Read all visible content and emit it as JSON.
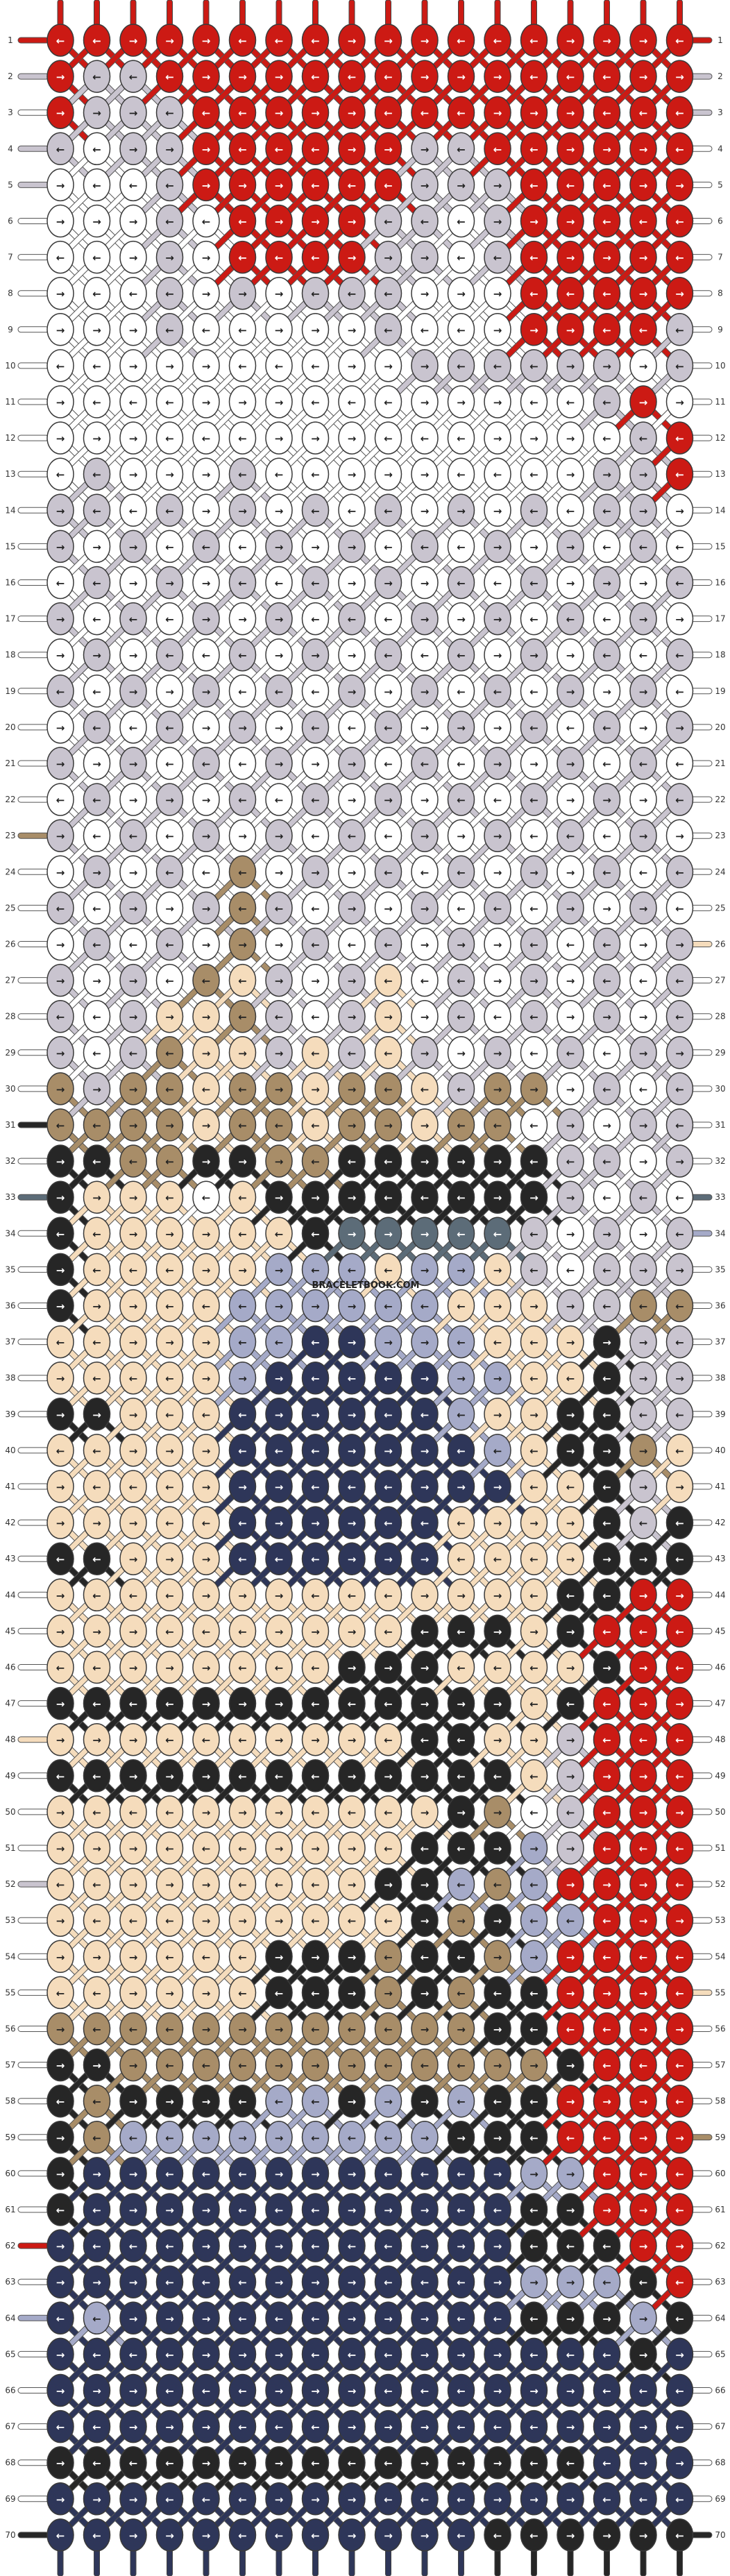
{
  "pattern": {
    "watermark": "BRACELETBOOK.COM",
    "rows": 70,
    "colors": {
      "r": "#cc1a14",
      "w": "#ffffff",
      "g": "#c9c4cf",
      "t": "#a88d68",
      "k": "#262626",
      "c": "#f5dcbc",
      "s": "#5c6c78",
      "l": "#a5aac8",
      "n": "#2e3659"
    },
    "strand_colors_left": [
      "r",
      "g",
      "w",
      "g",
      "g",
      "w",
      "w",
      "w",
      "w",
      "w",
      "w",
      "w",
      "w",
      "w",
      "w",
      "w",
      "w",
      "w",
      "w",
      "w",
      "w",
      "w",
      "t",
      "w",
      "w",
      "w",
      "w",
      "w",
      "w",
      "w",
      "k",
      "w",
      "s",
      "w",
      "w",
      "w",
      "w",
      "w",
      "w",
      "w",
      "w",
      "w",
      "w",
      "w",
      "w",
      "w",
      "w",
      "c",
      "w",
      "w",
      "w",
      "g",
      "w",
      "w",
      "w",
      "w",
      "w",
      "w",
      "w",
      "w",
      "w",
      "r",
      "w",
      "l",
      "w",
      "w",
      "w",
      "w",
      "w",
      "k"
    ],
    "strand_colors_right": [
      "r",
      "g",
      "g",
      "w",
      "w",
      "w",
      "w",
      "w",
      "w",
      "w",
      "w",
      "w",
      "w",
      "w",
      "w",
      "w",
      "w",
      "w",
      "w",
      "w",
      "w",
      "w",
      "w",
      "w",
      "w",
      "c",
      "w",
      "w",
      "w",
      "w",
      "w",
      "w",
      "s",
      "l",
      "w",
      "w",
      "w",
      "w",
      "w",
      "w",
      "w",
      "w",
      "w",
      "w",
      "w",
      "w",
      "w",
      "w",
      "w",
      "w",
      "w",
      "w",
      "w",
      "w",
      "c",
      "w",
      "w",
      "w",
      "t",
      "w",
      "w",
      "w",
      "w",
      "w",
      "w",
      "w",
      "w",
      "w",
      "w",
      "k"
    ],
    "grid": [
      "rrrrrrrrrrrrrrrrrr",
      "rggrrrrrrrrrrrrrrr",
      "rgggrrrrrrrrrrrrrr",
      "gwggrrrrrrggrrrrrr",
      "wwwgrrrrrrgggrrrrr",
      "wwwgwrrrrggwgrrrrr",
      "wwwgwrrrrggwgrrrrr",
      "wwwgwgwgggwwwrrrrr",
      "wwwgwwwwwgwwwrrrrg",
      "wwwwwwwwwwggggggwg",
      "wwwwwwwwwwwwwwwgrw",
      "wwwwwwwwwwwwwwwwgr",
      "wgwwwgwwwwwwwwwggr",
      "ggwgwgwgwgwgwgwggw",
      "gwgwgwgwgwgwgwgwgw",
      "wgwgwgwgwgwgwgwgwg",
      "gwgwgwgwgwgwgwgwgw",
      "wgwgwgwgwgwgwgwgwg",
      "gwgwgwgwgwgwgwgwgw",
      "wgwgwgwgwgwgwgwgwg",
      "gwgwgwgwgwgwgwgwgw",
      "wgwgwgwgwgwgwgwgwg",
      "gwgwgwgwgwgwgwgwgw",
      "wgwgwtwgwgwgwgwgwg",
      "gwgwgtgwgwgwgwgwgw",
      "wgwgwtwgwgwgwgwgwg",
      "gwgwtcgwgcwgwgwgwg",
      "gwgcctgwgcwgwgwgwg",
      "gwgtccgcgcgwgwgwgg",
      "tgttcttcttcgttwgwg",
      "ttttcttcttcttwgwgg",
      "kkttkkttkkkkkkggwg",
      "kcccwckkkkkkkkgwgw",
      "kccccccksssssgwgwg",
      "kccccclllcllcgwggg",
      "kccccllllllcccggtt",
      "cccccllnnlllccckgg",
      "ccccclnnnnnllcckgg",
      "kkcccnnnnnnlcckkgg",
      "cccccnnnnnnnlckktc",
      "cccccnnnnnnnncckgc",
      "cccccnnnnnncccckgk",
      "kkcccnnnnnncccckkk",
      "cccccccccccccckkrr",
      "cccccccccckkkckrrr",
      "cccccccckkkcccckrr",
      "kkkkkkkkkkkkkckrrr",
      "cccccccccckkccgrrr",
      "kkkkkkkkkkkkkcgrrr",
      "cccccccccccktwgrrr",
      "cccccccccckkklgrrr",
      "ccccccccckkltlrrrr",
      "ccccccccccktkllrrr",
      "cccccckkktkktlrrrr",
      "cccccckkktktkkrrrr",
      "ttttttttttttkkrrrr",
      "kkttttttttttttkrrr",
      "ktkkkkllklklkkrrrr",
      "ktlllllllllkkkrrrr",
      "knnnnnnnnnnnnllrrr",
      "knnnnnnnnnnnnkkrrr",
      "nnnnnnnnnnnnnkkkrr",
      "nnnnnnnnnnnnnlllkr",
      "nlnnnnnnnnnnnkkklk",
      "nnnnnnnnnnnnnnnnkn",
      "nnnnnnnnnnnnnnnnnn",
      "nnnnnnnnnnnnnnnnnn",
      "kkkkkkkkkkkkkkknnn",
      "nnnnnnnnnnnnnnnnnn",
      "nnnnnnnnnnnnkkkkkk"
    ]
  }
}
